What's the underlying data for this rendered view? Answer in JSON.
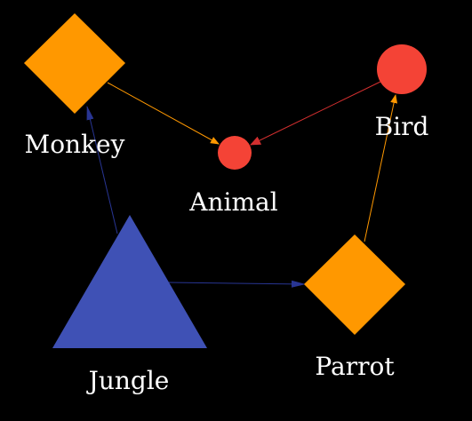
{
  "nodes": {
    "monkey": {
      "label": "Monkey",
      "shape": "diamond",
      "color": "#ff9800"
    },
    "animal": {
      "label": "Animal",
      "shape": "circle",
      "color": "#f44336"
    },
    "bird": {
      "label": "Bird",
      "shape": "circle",
      "color": "#f44336"
    },
    "jungle": {
      "label": "Jungle",
      "shape": "triangle",
      "color": "#3f51b5"
    },
    "parrot": {
      "label": "Parrot",
      "shape": "diamond",
      "color": "#ff9800"
    }
  },
  "edges": [
    {
      "from": "Monkey",
      "to": "Animal",
      "color": "#ff9800"
    },
    {
      "from": "Bird",
      "to": "Animal",
      "color": "#d32f2f"
    },
    {
      "from": "Jungle",
      "to": "Monkey",
      "color": "#283593"
    },
    {
      "from": "Jungle",
      "to": "Parrot",
      "color": "#283593"
    },
    {
      "from": "Parrot",
      "to": "Bird",
      "color": "#ff9800"
    }
  ],
  "background_color": "#000000"
}
